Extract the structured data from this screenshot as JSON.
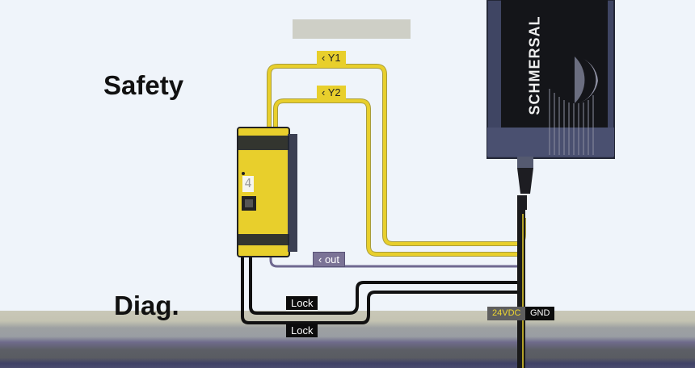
{
  "headings": {
    "safety": "Safety",
    "diag": "Diag."
  },
  "sensor": {
    "brand": "SCHMERSAL"
  },
  "controller": {
    "display_digit": "4"
  },
  "wires": {
    "y1": "‹ Y1",
    "y2": "‹ Y2",
    "out": "‹ out",
    "lock_upper": "Lock",
    "lock_lower": "Lock",
    "power": "24VDC",
    "ground": "GND"
  },
  "colors": {
    "safety_wire": "#e8cf2c",
    "diag_wire": "#6e6890",
    "lock_wire": "#111111",
    "background": "#eff4fa"
  }
}
